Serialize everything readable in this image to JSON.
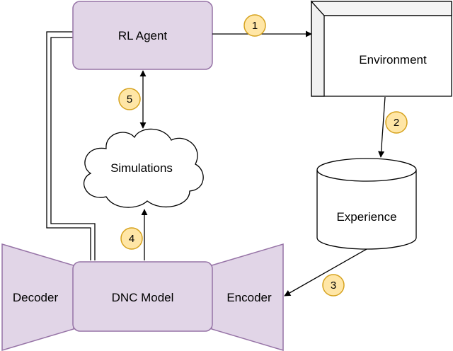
{
  "nodes": {
    "rl_agent": "RL Agent",
    "environment": "Environment",
    "experience": "Experience",
    "simulations": "Simulations",
    "decoder": "Decoder",
    "dnc_model": "DNC Model",
    "encoder": "Encoder"
  },
  "steps": [
    "1",
    "2",
    "3",
    "4",
    "5"
  ],
  "colors": {
    "model_fill": "#e1d5e7",
    "model_stroke": "#9673a6",
    "badge_fill": "#ffe6a6",
    "badge_stroke": "#d6a21e",
    "line": "#000000"
  }
}
